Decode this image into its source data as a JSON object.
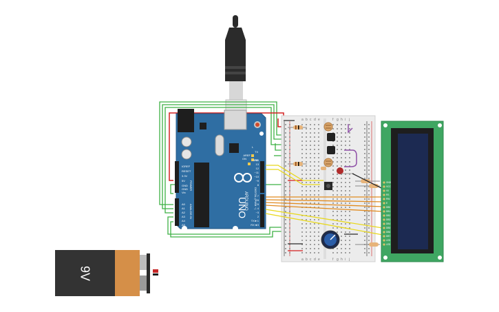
{
  "arduino": {
    "board_name": "UNO",
    "brand": "ARDUINO",
    "on_label": "ON",
    "tx_label": "TX",
    "rx_label": "RX",
    "l_label": "L",
    "digital_label": "DIGITAL (PWM ~)",
    "power_label": "POWER",
    "analog_label": "ANALOG IN",
    "power_pins": [
      "IOREF",
      "RESET",
      "3.3V",
      "5V",
      "GND",
      "GND",
      "Vin"
    ],
    "analog_pins": [
      "A0",
      "A1",
      "A2",
      "A3",
      "A4",
      "A5"
    ],
    "top_pins": [
      "AREF",
      "GND",
      "13",
      "12",
      "~11",
      "~10",
      "~9",
      "8"
    ],
    "digital_pins": [
      "7",
      "~6",
      "~5",
      "4",
      "~3",
      "2",
      "TX►1",
      "RX◄0"
    ]
  },
  "battery": {
    "label": "9V"
  },
  "breadboard": {
    "columns": [
      "a",
      "b",
      "c",
      "d",
      "e",
      "f",
      "g",
      "h",
      "i",
      "j"
    ]
  },
  "lcd": {
    "pins": [
      "GND",
      "VCC",
      "V0",
      "RS",
      "RW",
      "E",
      "DB0",
      "DB1",
      "DB2",
      "DB3",
      "DB4",
      "DB5",
      "DB6",
      "DB7",
      "LED",
      "LED"
    ]
  },
  "colors": {
    "board": "#2f6ea3",
    "wire_green": "#3cb043",
    "wire_red": "#d42020",
    "wire_orange": "#e08a1e",
    "wire_yellow": "#e8d81c",
    "lcd_pcb": "#3fa662",
    "lcd_screen": "#1c2a52",
    "battery_top": "#d58f48",
    "battery_body": "#333333"
  }
}
